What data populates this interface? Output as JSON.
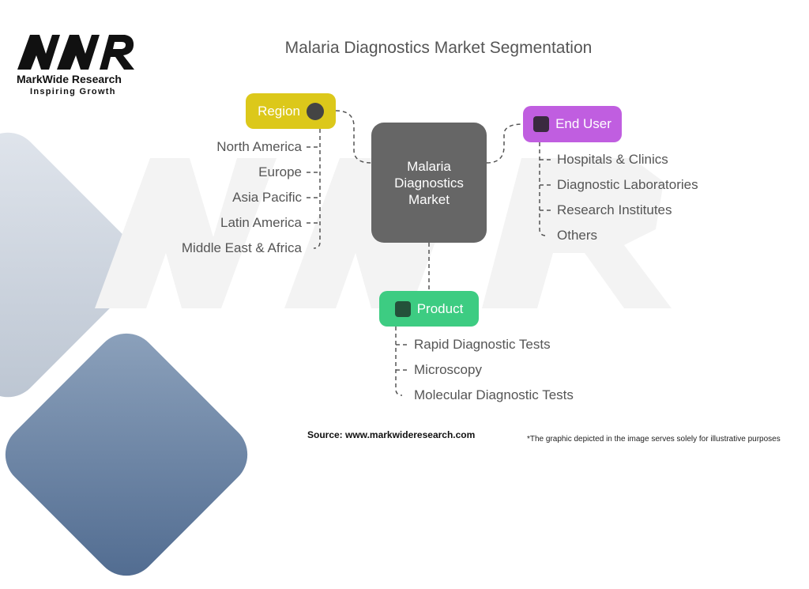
{
  "logo": {
    "name": "MarkWide Research",
    "tagline": "Inspiring Growth",
    "mark": "MWR"
  },
  "title": "Malaria Diagnostics Market Segmentation",
  "center": "Malaria Diagnostics Market",
  "colors": {
    "region": "#dcc81a",
    "end_user": "#c05ee0",
    "product": "#3dcc82",
    "center": "#666666"
  },
  "region": {
    "label": "Region",
    "icon": "globe-icon",
    "items": [
      "North America",
      "Europe",
      "Asia Pacific",
      "Latin America",
      "Middle East & Africa"
    ]
  },
  "end_user": {
    "label": "End User",
    "icon": "doctor-clipboard-icon",
    "items": [
      "Hospitals & Clinics",
      "Diagnostic Laboratories",
      "Research Institutes",
      "Others"
    ]
  },
  "product": {
    "label": "Product",
    "icon": "test-tube-drop-icon",
    "items": [
      "Rapid Diagnostic Tests",
      "Microscopy",
      "Molecular Diagnostic Tests"
    ]
  },
  "footer": {
    "source": "Source: www.markwideresearch.com",
    "disclaimer": "*The graphic depicted in the image serves solely for illustrative purposes"
  }
}
